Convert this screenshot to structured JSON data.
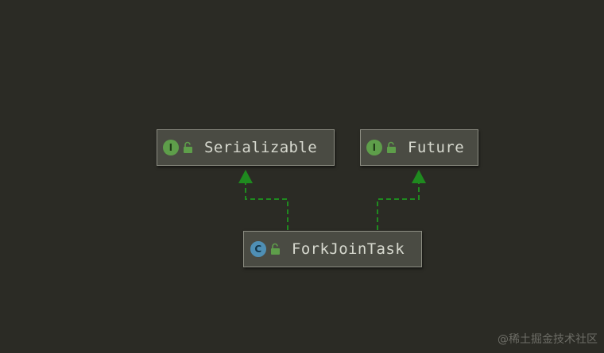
{
  "diagram": {
    "nodes": [
      {
        "id": "serializable",
        "kind": "interface",
        "icon_letter": "I",
        "icon": "interface-icon",
        "label": "Serializable"
      },
      {
        "id": "future",
        "kind": "interface",
        "icon_letter": "I",
        "icon": "interface-icon",
        "label": "Future"
      },
      {
        "id": "forkjointask",
        "kind": "class",
        "icon_letter": "C",
        "icon": "class-icon",
        "label": "ForkJoinTask"
      }
    ],
    "edges": [
      {
        "from": "forkjointask",
        "to": "serializable",
        "type": "implements"
      },
      {
        "from": "forkjointask",
        "to": "future",
        "type": "implements"
      }
    ]
  },
  "colors": {
    "background": "#2b2b25",
    "node_fill": "#4a4b43",
    "node_border": "#8c8d82",
    "edge": "#1f8a1f",
    "interface_icon": "#5e9e4a",
    "class_icon": "#4f8fb5"
  },
  "watermark": "@稀土掘金技术社区"
}
